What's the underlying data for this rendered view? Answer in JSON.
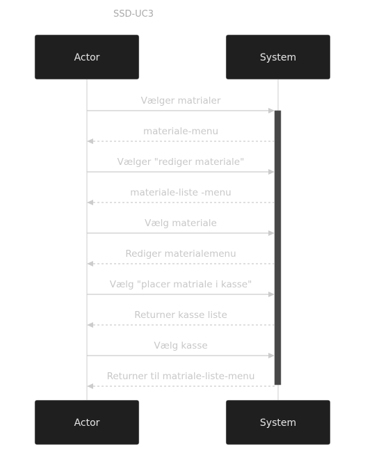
{
  "title": "SSD-UC3",
  "participants": [
    {
      "id": "actor",
      "label": "Actor"
    },
    {
      "id": "system",
      "label": "System"
    }
  ],
  "messages": [
    {
      "from": "actor",
      "to": "system",
      "kind": "call",
      "label": "Vælger matrialer"
    },
    {
      "from": "system",
      "to": "actor",
      "kind": "reply",
      "label": "materiale-menu"
    },
    {
      "from": "actor",
      "to": "system",
      "kind": "call",
      "label": "Vælger \"rediger materiale\""
    },
    {
      "from": "system",
      "to": "actor",
      "kind": "reply",
      "label": "materiale-liste -menu"
    },
    {
      "from": "actor",
      "to": "system",
      "kind": "call",
      "label": "Vælg materiale"
    },
    {
      "from": "system",
      "to": "actor",
      "kind": "reply",
      "label": "Rediger materialemenu"
    },
    {
      "from": "actor",
      "to": "system",
      "kind": "call",
      "label": "Vælg \"placer matriale i kasse\""
    },
    {
      "from": "system",
      "to": "actor",
      "kind": "reply",
      "label": "Returner kasse liste"
    },
    {
      "from": "actor",
      "to": "system",
      "kind": "call",
      "label": "Vælg kasse"
    },
    {
      "from": "system",
      "to": "actor",
      "kind": "reply",
      "label": "Returner til matriale-liste-menu"
    }
  ],
  "colors": {
    "background": "#ffffff",
    "actor_fill": "#1f1f1f",
    "actor_text": "#e6e6e6",
    "line": "#cccccc",
    "activation": "#474747",
    "label_text": "#c8c8c8",
    "title_text": "#aaaaaa"
  }
}
